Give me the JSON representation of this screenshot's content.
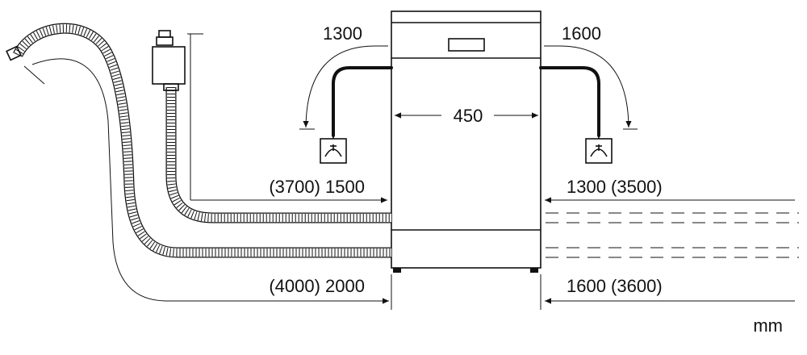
{
  "labels": {
    "drain_height_left": "1300",
    "drain_height_right": "1600",
    "appliance_width": "450",
    "supply_left": "(3700) 1500",
    "supply_right": "1300 (3500)",
    "drain_left": "(4000) 2000",
    "drain_right": "1600 (3600)",
    "unit": "mm"
  },
  "icons": [
    "drain-siphon-icon"
  ],
  "colors": {
    "line": "#111111",
    "background": "#ffffff"
  }
}
